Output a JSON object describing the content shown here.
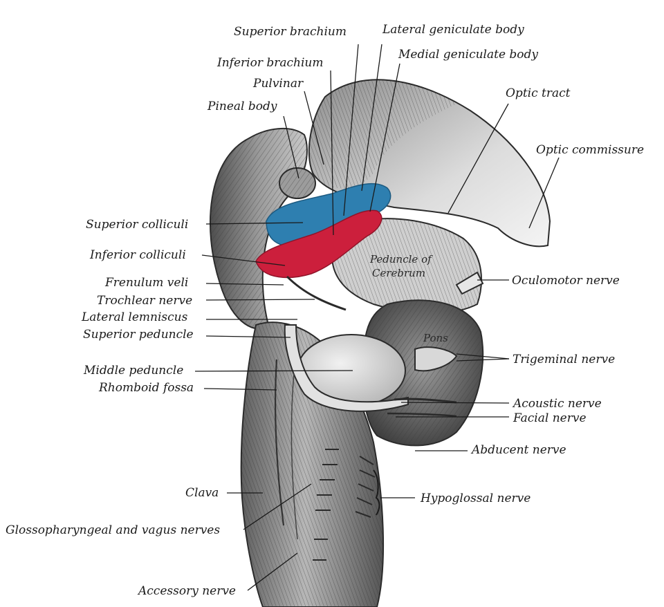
{
  "figure": {
    "labels": {
      "superior_brachium": "Superior brachium",
      "lateral_geniculate_body": "Lateral geniculate body",
      "inferior_brachium": "Inferior brachium",
      "medial_geniculate_body": "Medial geniculate body",
      "pulvinar": "Pulvinar",
      "optic_tract": "Optic tract",
      "pineal_body": "Pineal body",
      "optic_commissure": "Optic commissure",
      "superior_colliculi": "Superior colliculi",
      "inferior_colliculi": "Inferior colliculi",
      "peduncle_line1": "Peduncle of",
      "peduncle_line2": "Cerebrum",
      "frenulum_veli": "Frenulum veli",
      "oculomotor_nerve": "Oculomotor nerve",
      "trochlear_nerve": "Trochlear nerve",
      "lateral_lemniscus": "Lateral lemniscus",
      "superior_peduncle": "Superior peduncle",
      "pons": "Pons",
      "trigeminal_nerve": "Trigeminal nerve",
      "middle_peduncle": "Middle peduncle",
      "rhomboid_fossa": "Rhomboid fossa",
      "acoustic_nerve": "Acoustic nerve",
      "facial_nerve": "Facial nerve",
      "abducent_nerve": "Abducent nerve",
      "clava": "Clava",
      "hypoglossal_nerve": "Hypoglossal nerve",
      "glossopharyngeal_vagus": "Glossopharyngeal and vagus nerves",
      "accessory_nerve": "Accessory nerve"
    },
    "colors": {
      "superior_colliculi": "#2e7fb0",
      "inferior_colliculi": "#cc1f3c",
      "tissue_dark": "#7a7a7a",
      "tissue_mid": "#a9a9a9",
      "tissue_light": "#d4d4d4",
      "ink": "#1a1a1a"
    }
  }
}
